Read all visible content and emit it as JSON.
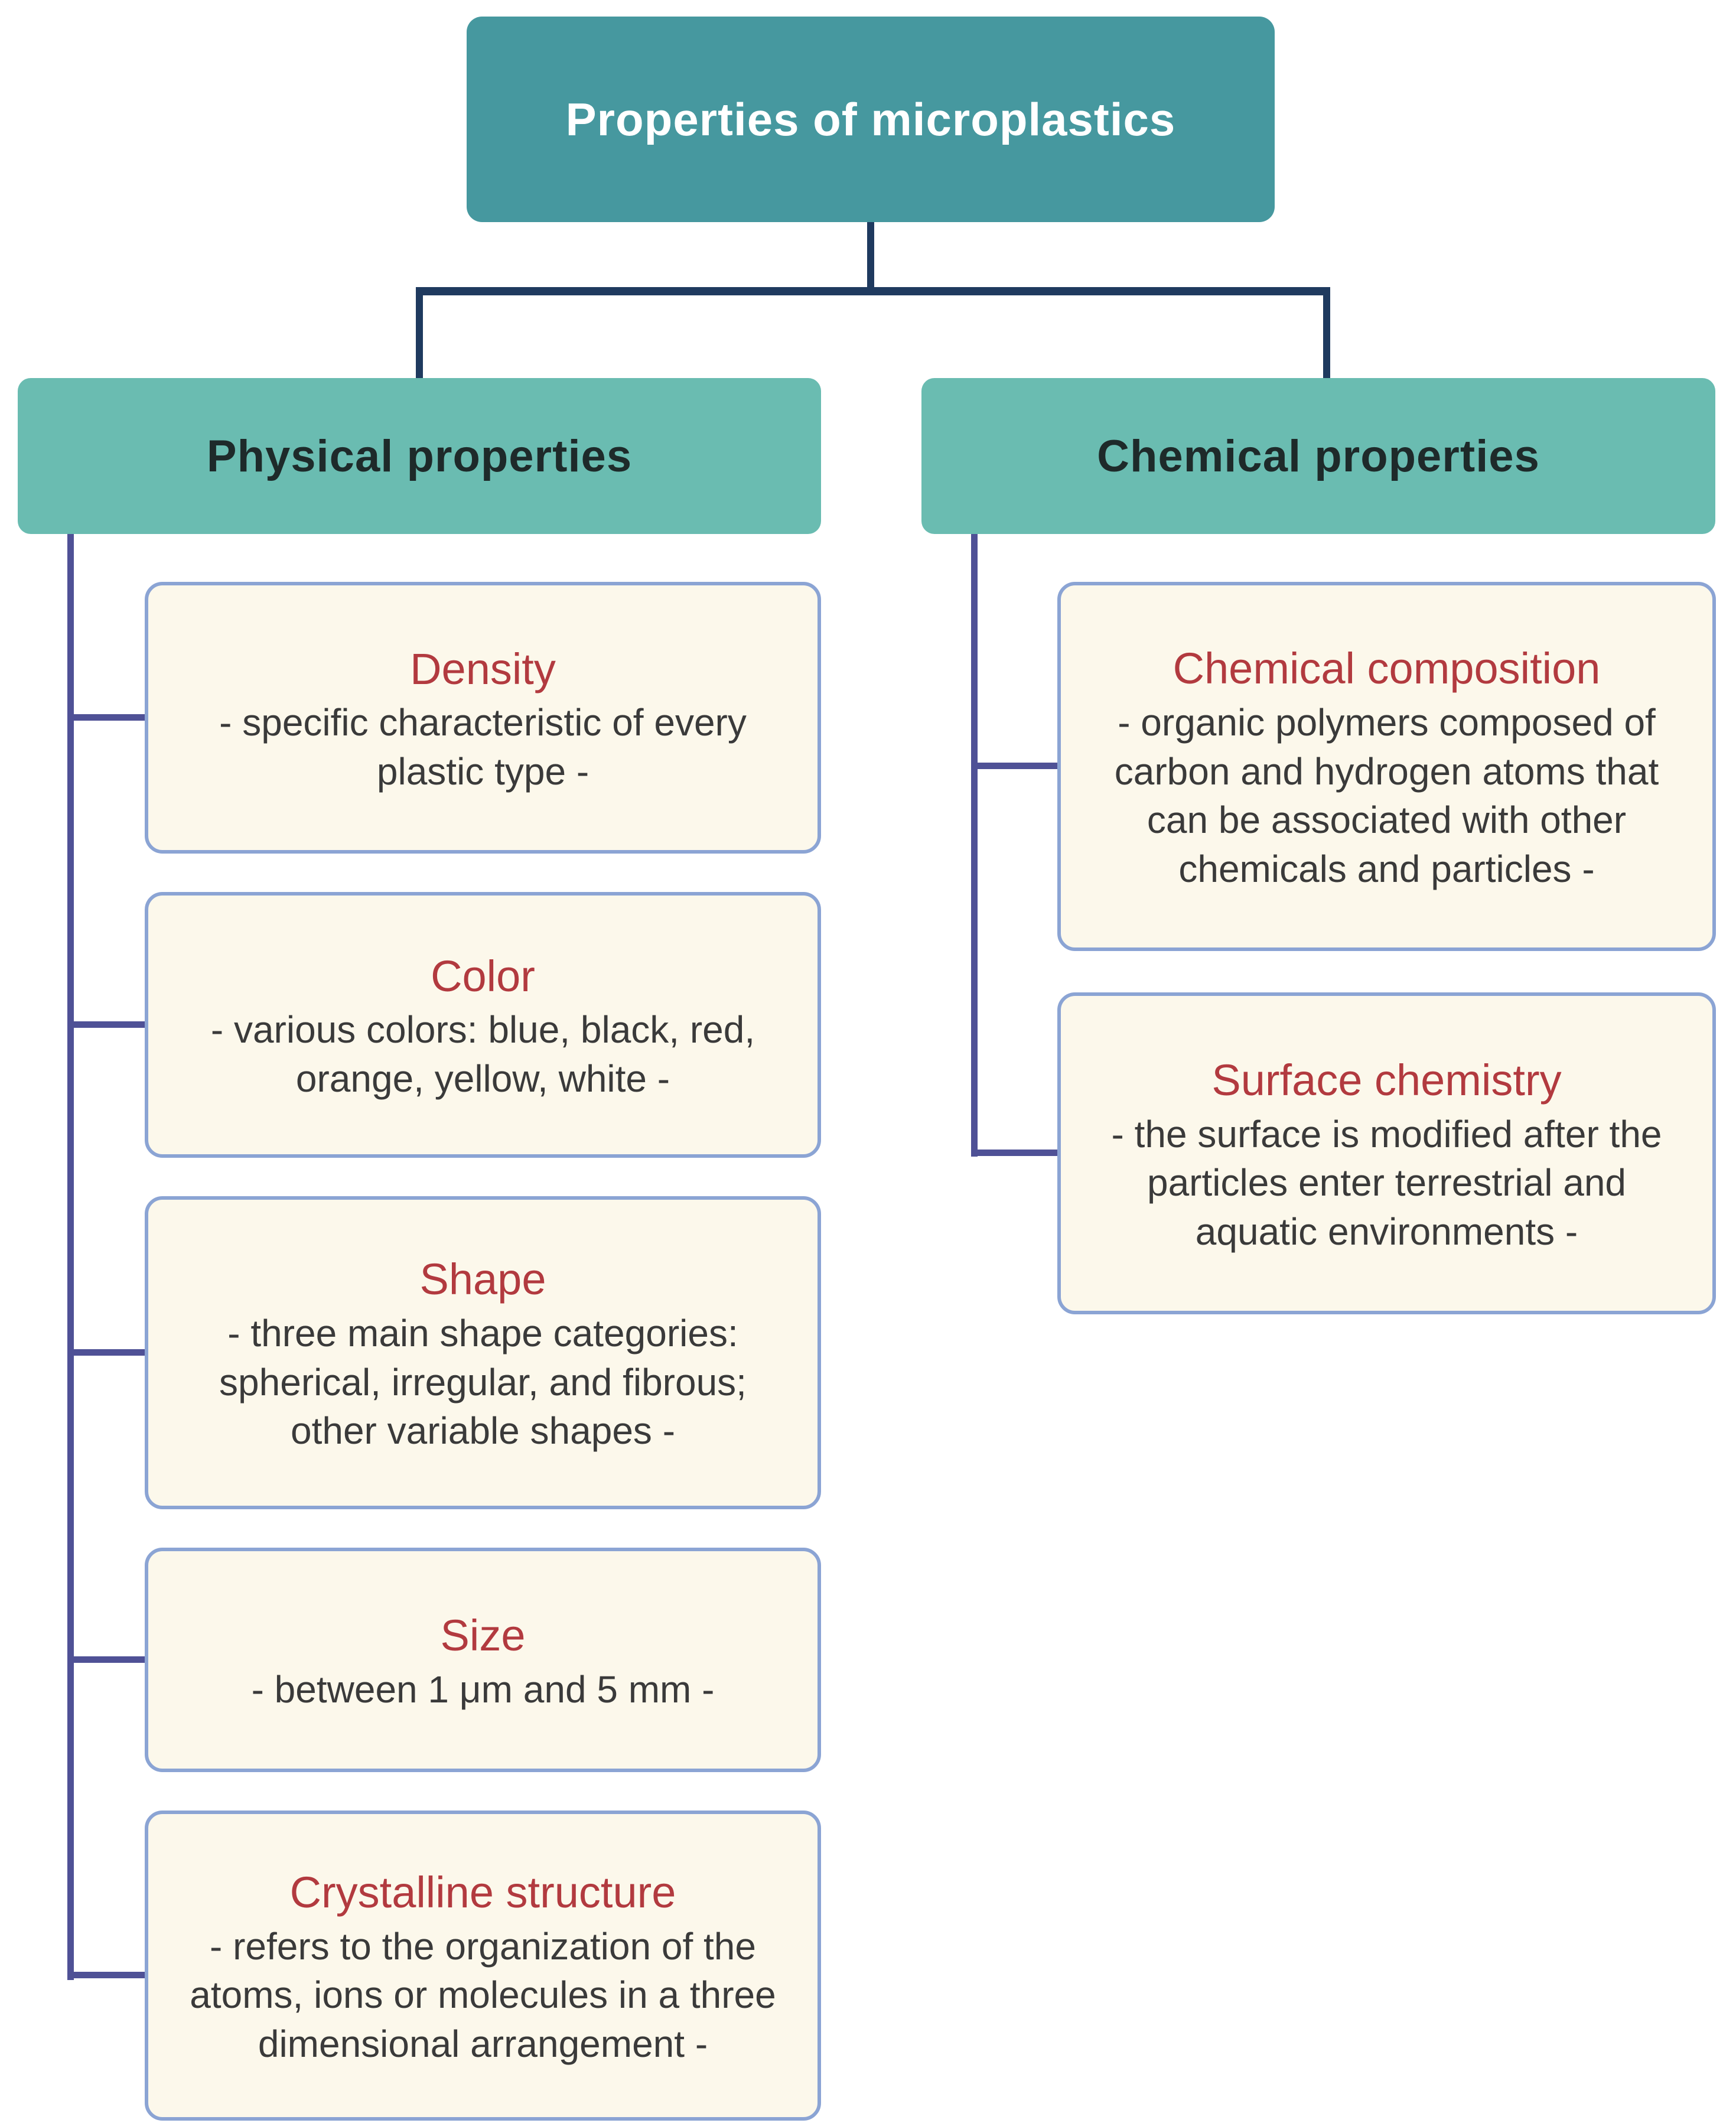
{
  "root": {
    "title": "Properties of microplastics"
  },
  "branches": [
    {
      "title": "Physical properties",
      "children": [
        {
          "title": "Density",
          "body": "- specific characteristic of every plastic type -"
        },
        {
          "title": "Color",
          "body": "- various colors: blue, black, red, orange, yellow, white -"
        },
        {
          "title": "Shape",
          "body": "- three main shape categories: spherical, irregular, and fibrous; other variable shapes -"
        },
        {
          "title": "Size",
          "body": "- between 1 μm and 5 mm -"
        },
        {
          "title": "Crystalline structure",
          "body": "- refers to the organization of the atoms, ions or molecules in a three dimensional arrangement -"
        }
      ]
    },
    {
      "title": "Chemical properties",
      "children": [
        {
          "title": "Chemical composition",
          "body": "- organic polymers composed of carbon and hydrogen atoms that can be associated with other chemicals and particles -"
        },
        {
          "title": "Surface chemistry",
          "body": "- the surface is modified after the particles enter terrestrial and aquatic environments -"
        }
      ]
    }
  ],
  "colors": {
    "root_box": "#46989f",
    "category_box": "#6abcb1",
    "leaf_background": "#fcf8eb",
    "leaf_border": "#8ba4d4",
    "connector_top": "#1f3a5f",
    "connector_branch": "#4f5196",
    "leaf_title": "#b23a3f",
    "leaf_text": "#3a3a3a"
  }
}
